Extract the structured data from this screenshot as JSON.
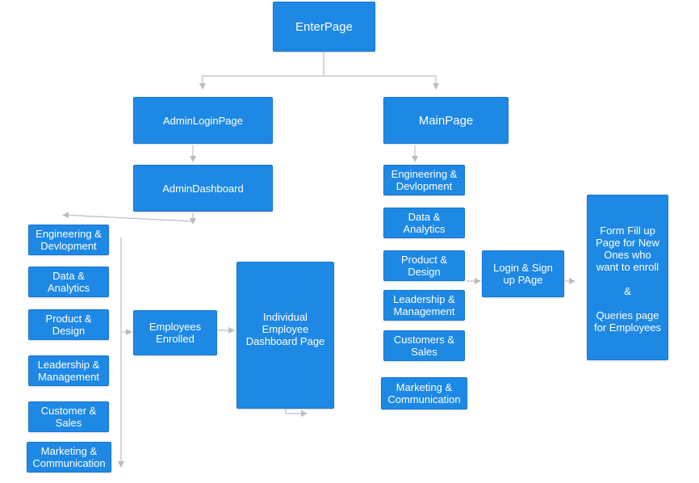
{
  "nodes": {
    "enter_page": "EnterPage",
    "admin_login_page": "AdminLoginPage",
    "main_page": "MainPage",
    "admin_dashboard": "AdminDashboard",
    "left_engineering": "Engineering &\nDevlopment",
    "left_data": "Data &\nAnalytics",
    "left_product": "Product &\nDesign",
    "left_leadership": "Leadership &\nManagement",
    "left_customer": "Customer &\nSales",
    "left_marketing": "Marketing &\nCommunication",
    "employees_enrolled": "Employees\nEnrolled",
    "individual_dashboard": "Individual\nEmployee\nDashboard Page",
    "right_engineering": "Engineering &\nDevlopment",
    "right_data": "Data &\nAnalytics",
    "right_product": "Product &\nDesign",
    "right_leadership": "Leadership &\nManagement",
    "right_customers": "Customers &\nSales",
    "right_marketing": "Marketing &\nCommunication",
    "login_signup": "Login & Sign\nup PAge",
    "form_fill": "Form Fill up\nPage for New\nOnes who\nwant to enroll\n\n&\n\nQueries page\nfor Employees"
  },
  "colors": {
    "node_fill": "#1e88e5",
    "node_text": "#ffffff",
    "connector": "#bdbdbd"
  }
}
